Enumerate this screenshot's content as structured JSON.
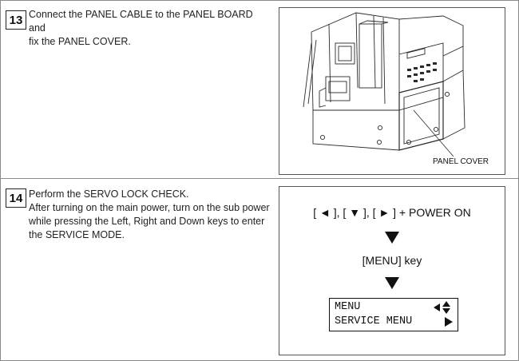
{
  "step13": {
    "number": "13",
    "line1": "Connect the PANEL CABLE to the PANEL BOARD and",
    "line2": "fix the PANEL COVER.",
    "figure_label": "PANEL COVER"
  },
  "step14": {
    "number": "14",
    "line1": "Perform the SERVO LOCK CHECK.",
    "line2": "After turning on the main power, turn on the sub power",
    "line3": "while pressing the Left, Right and Down keys to enter",
    "line4": "the SERVICE MODE.",
    "key_combo": "[ ◄ ], [ ▼ ], [ ► ] + POWER ON",
    "menu_key": "[MENU] key",
    "lcd_line1": "MENU",
    "lcd_line2": "SERVICE MENU"
  }
}
